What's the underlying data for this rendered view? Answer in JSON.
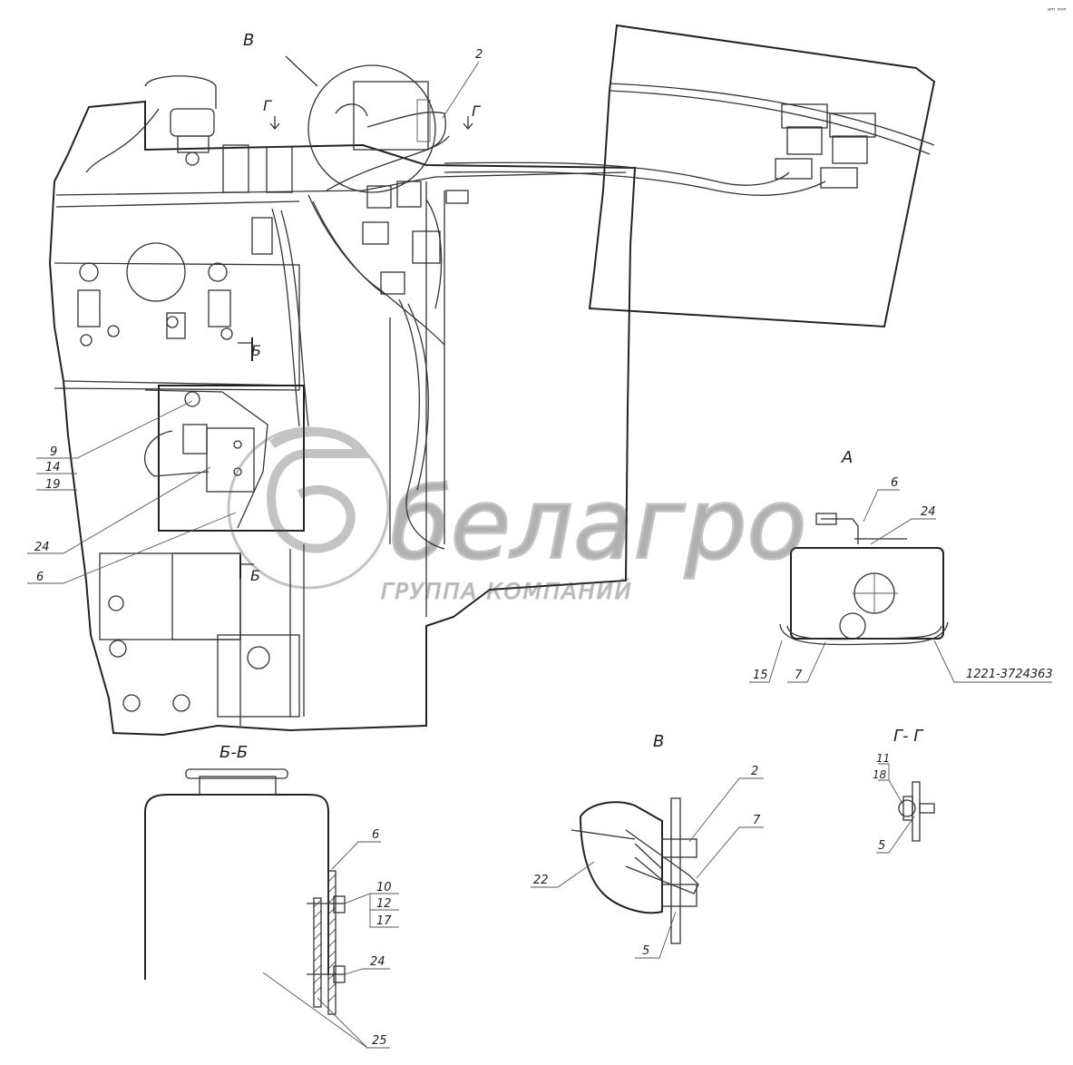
{
  "corner_mark": "ᵃᵐ ᵒᵒᵒ",
  "views": {
    "view_v_marker": "В",
    "section_g_left": "Г",
    "section_g_right": "Г",
    "section_b_top": "Б",
    "section_b_bottom": "Б",
    "view_a_title": "А",
    "section_bb_title": "Б-Б",
    "view_v_title": "В",
    "section_gg_title": "Г- Г"
  },
  "callouts": {
    "main": {
      "c2": "2",
      "c9": "9",
      "c14": "14",
      "c19": "19",
      "c24": "24",
      "c6": "6"
    },
    "view_a": {
      "c6": "6",
      "c24": "24",
      "c15": "15",
      "c7": "7",
      "part_no": "1221-3724363"
    },
    "section_bb": {
      "c6": "6",
      "c10": "10",
      "c12": "12",
      "c17": "17",
      "c24": "24",
      "c25": "25"
    },
    "view_v": {
      "c2": "2",
      "c7": "7",
      "c22": "22",
      "c5": "5"
    },
    "section_gg": {
      "c11": "11",
      "c18": "18",
      "c5": "5"
    }
  },
  "watermark": {
    "brand": "белагро",
    "subtitle": "ГРУППА КОМПАНИЙ"
  }
}
